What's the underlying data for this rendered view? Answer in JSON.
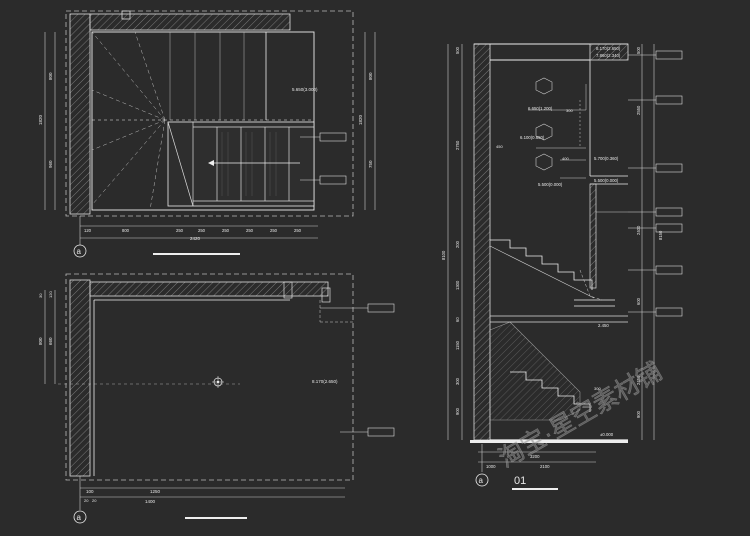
{
  "plan_top": {
    "grid_bubble": "a",
    "dims_bottom": [
      "120",
      "800",
      "250",
      "250",
      "250",
      "250",
      "250",
      "250"
    ],
    "dim_total": "2420",
    "dims_left": [
      "800",
      "1820",
      "960"
    ],
    "dims_right": [
      "800",
      "1820",
      "750"
    ],
    "elevation_note": "5.650(3.000)"
  },
  "plan_bottom": {
    "grid_bubble": "a",
    "dims_bottom": [
      "1250",
      "100",
      "1400"
    ],
    "dims_bottom_small": [
      "20",
      "20"
    ],
    "dims_left": [
      "800",
      "660"
    ],
    "dims_left_small": [
      "120",
      "30"
    ],
    "elevation_note": "8.170(2.650)"
  },
  "section": {
    "grid_bubble": "a",
    "title": "01",
    "dims_left": [
      "500",
      "2750",
      "8100",
      "200",
      "1300",
      "60",
      "1150",
      "300",
      "900"
    ],
    "dims_right": [
      "500",
      "2550",
      "2400",
      "8150",
      "600",
      "2450",
      "900"
    ],
    "dims_bottom": [
      "3200",
      "1000",
      "2100"
    ],
    "levels": {
      "roof_top": "8.170(2.650)",
      "roof_sub": "7.860(2.340)",
      "level_a": "6.650(1.200)",
      "level_b": "6.100(0.650)",
      "level_c": "5.700(0.360)",
      "level_d": "5.500(0.000)",
      "level_e": "5.500(0.000)",
      "level_f": "2.450",
      "level_g": "±0.000"
    },
    "small_dims": [
      "450",
      "400",
      "300",
      "300"
    ]
  },
  "watermark": "淘宝·星空素材铺"
}
